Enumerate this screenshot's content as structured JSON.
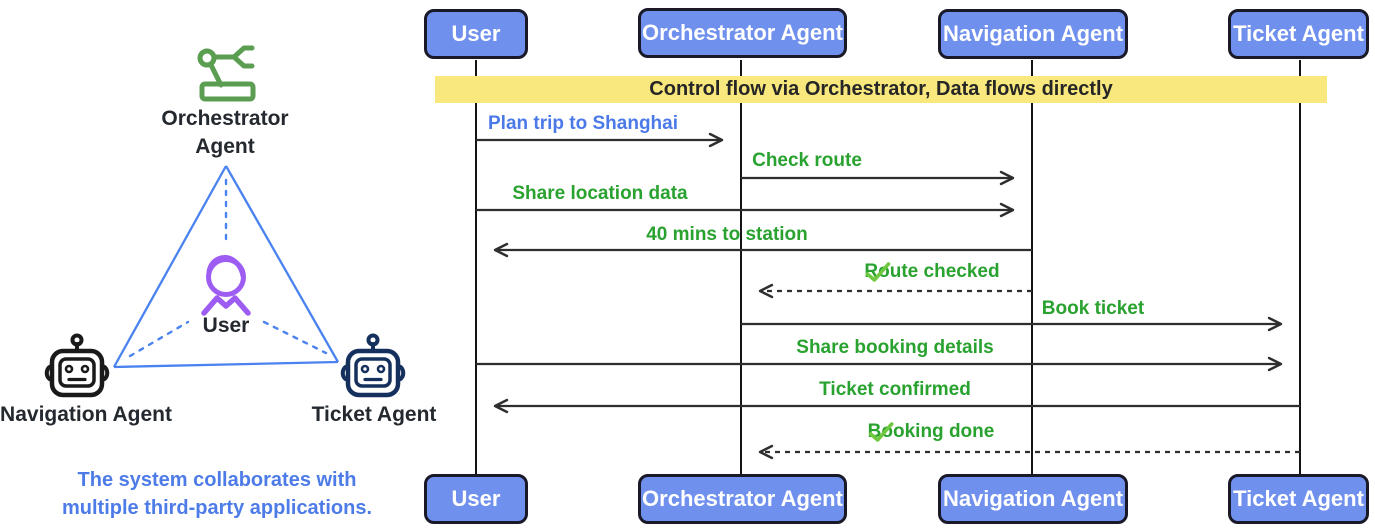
{
  "colors": {
    "actor_fill": "#7090ee",
    "actor_border": "#191927",
    "actor_text": "#ffffff",
    "banner_bg": "#f8e87d",
    "message_green": "#29a22f",
    "check_green": "#6fc83f",
    "message_blue": "#4b79e8",
    "arrow_dark": "#2e2e2e",
    "triangle_blue": "#4a82f0",
    "user_purple": "#9d5cf2",
    "orchestrator_icon_green": "#5b9e52",
    "robot_black": "#1a1a1a",
    "robot_navy": "#16305e",
    "label_dark": "#24292f",
    "caption_blue": "#4d7ce8"
  },
  "illustration": {
    "orchestrator_label_line1": "Orchestrator",
    "orchestrator_label_line2": "Agent",
    "user_label": "User",
    "navigation_label": "Navigation Agent",
    "ticket_label": "Ticket Agent",
    "caption_line1": "The system collaborates with",
    "caption_line2": "multiple third-party applications.",
    "icons": {
      "orchestrator": "robot-arm-icon",
      "user": "person-icon",
      "navigation": "robot-icon",
      "ticket": "robot-icon"
    }
  },
  "sequence": {
    "banner": "Control flow via Orchestrator, Data flows directly",
    "actors": [
      {
        "id": "user",
        "label": "User"
      },
      {
        "id": "orchestrator",
        "label": "Orchestrator Agent"
      },
      {
        "id": "navigation",
        "label": "Navigation Agent"
      },
      {
        "id": "ticket",
        "label": "Ticket Agent"
      }
    ],
    "messages": [
      {
        "text": "Plan trip to Shanghai",
        "from": "user",
        "to": "orchestrator",
        "line": "solid",
        "color": "blue",
        "check": false
      },
      {
        "text": "Check route",
        "from": "orchestrator",
        "to": "navigation",
        "line": "solid",
        "color": "green",
        "check": false
      },
      {
        "text": "Share location data",
        "from": "user",
        "to": "navigation",
        "line": "solid",
        "color": "green",
        "check": false
      },
      {
        "text": "40 mins to station",
        "from": "navigation",
        "to": "user",
        "line": "solid",
        "color": "green",
        "check": false
      },
      {
        "text": "Route checked",
        "from": "navigation",
        "to": "orchestrator",
        "line": "dashed",
        "color": "green",
        "check": true
      },
      {
        "text": "Book ticket",
        "from": "orchestrator",
        "to": "ticket",
        "line": "solid",
        "color": "green",
        "check": false
      },
      {
        "text": "Share booking details",
        "from": "user",
        "to": "ticket",
        "line": "solid",
        "color": "green",
        "check": false
      },
      {
        "text": "Ticket confirmed",
        "from": "ticket",
        "to": "user",
        "line": "solid",
        "color": "green",
        "check": false
      },
      {
        "text": "Booking done",
        "from": "ticket",
        "to": "orchestrator",
        "line": "dashed",
        "color": "green",
        "check": true
      }
    ]
  }
}
